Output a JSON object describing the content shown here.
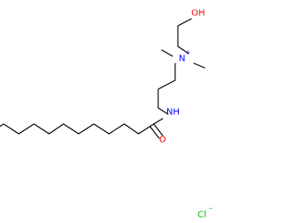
{
  "molecule": {
    "colors": {
      "bond": "#000000",
      "oxygen": "#ff0000",
      "nitrogen": "#0000ff",
      "chlorine": "#00c000"
    },
    "atoms": {
      "hydroxyl": "OH",
      "ammonium_n": "N",
      "ammonium_charge": "+",
      "amide_nh": "NH",
      "carbonyl_o": "O",
      "chloride": "Cl",
      "chloride_charge": "−"
    }
  }
}
